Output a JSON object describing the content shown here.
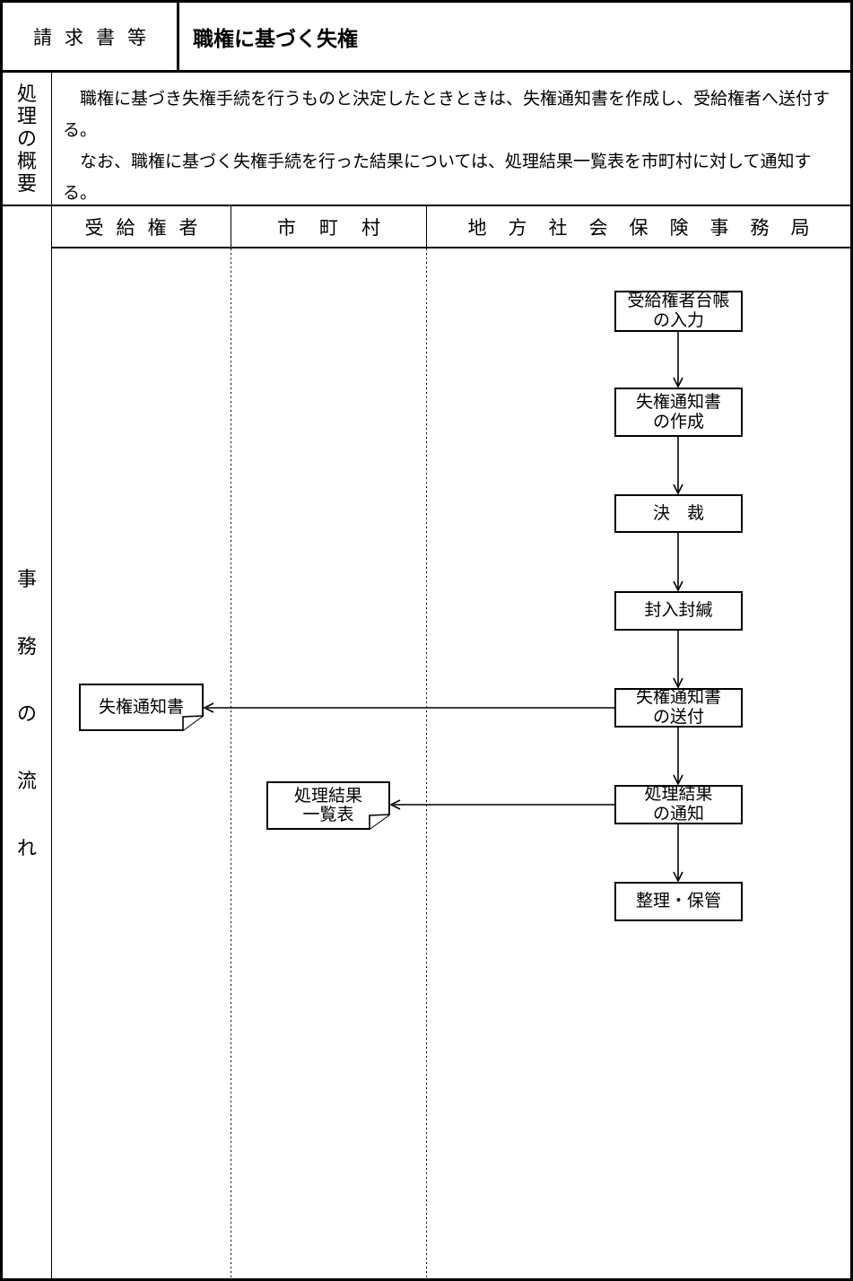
{
  "colors": {
    "ink": "#000000",
    "paper": "#ffffff"
  },
  "header": {
    "doc_type": "請求書等",
    "title": "職権に基づく失権"
  },
  "overview": {
    "label": "処理の概要",
    "text": "　職権に基づき失権手続を行うものと決定したときときは、失権通知書を作成し、受給権者へ送付す\nる。\n　なお、職権に基づく失権手続を行った結果については、処理結果一覧表を市町村に対して通知す\nる。"
  },
  "flow": {
    "label": "事務の流れ",
    "columns": [
      "受給権者",
      "市町村",
      "地方社会保険事務局"
    ],
    "steps": [
      "受給権者台帳\nの入力",
      "失権通知書\nの作成",
      "決　裁",
      "封入封緘",
      "失権通知書\nの送付",
      "処理結果\nの通知",
      "整理・保管"
    ],
    "documents": [
      "失権通知書",
      "処理結果\n一覧表"
    ]
  }
}
